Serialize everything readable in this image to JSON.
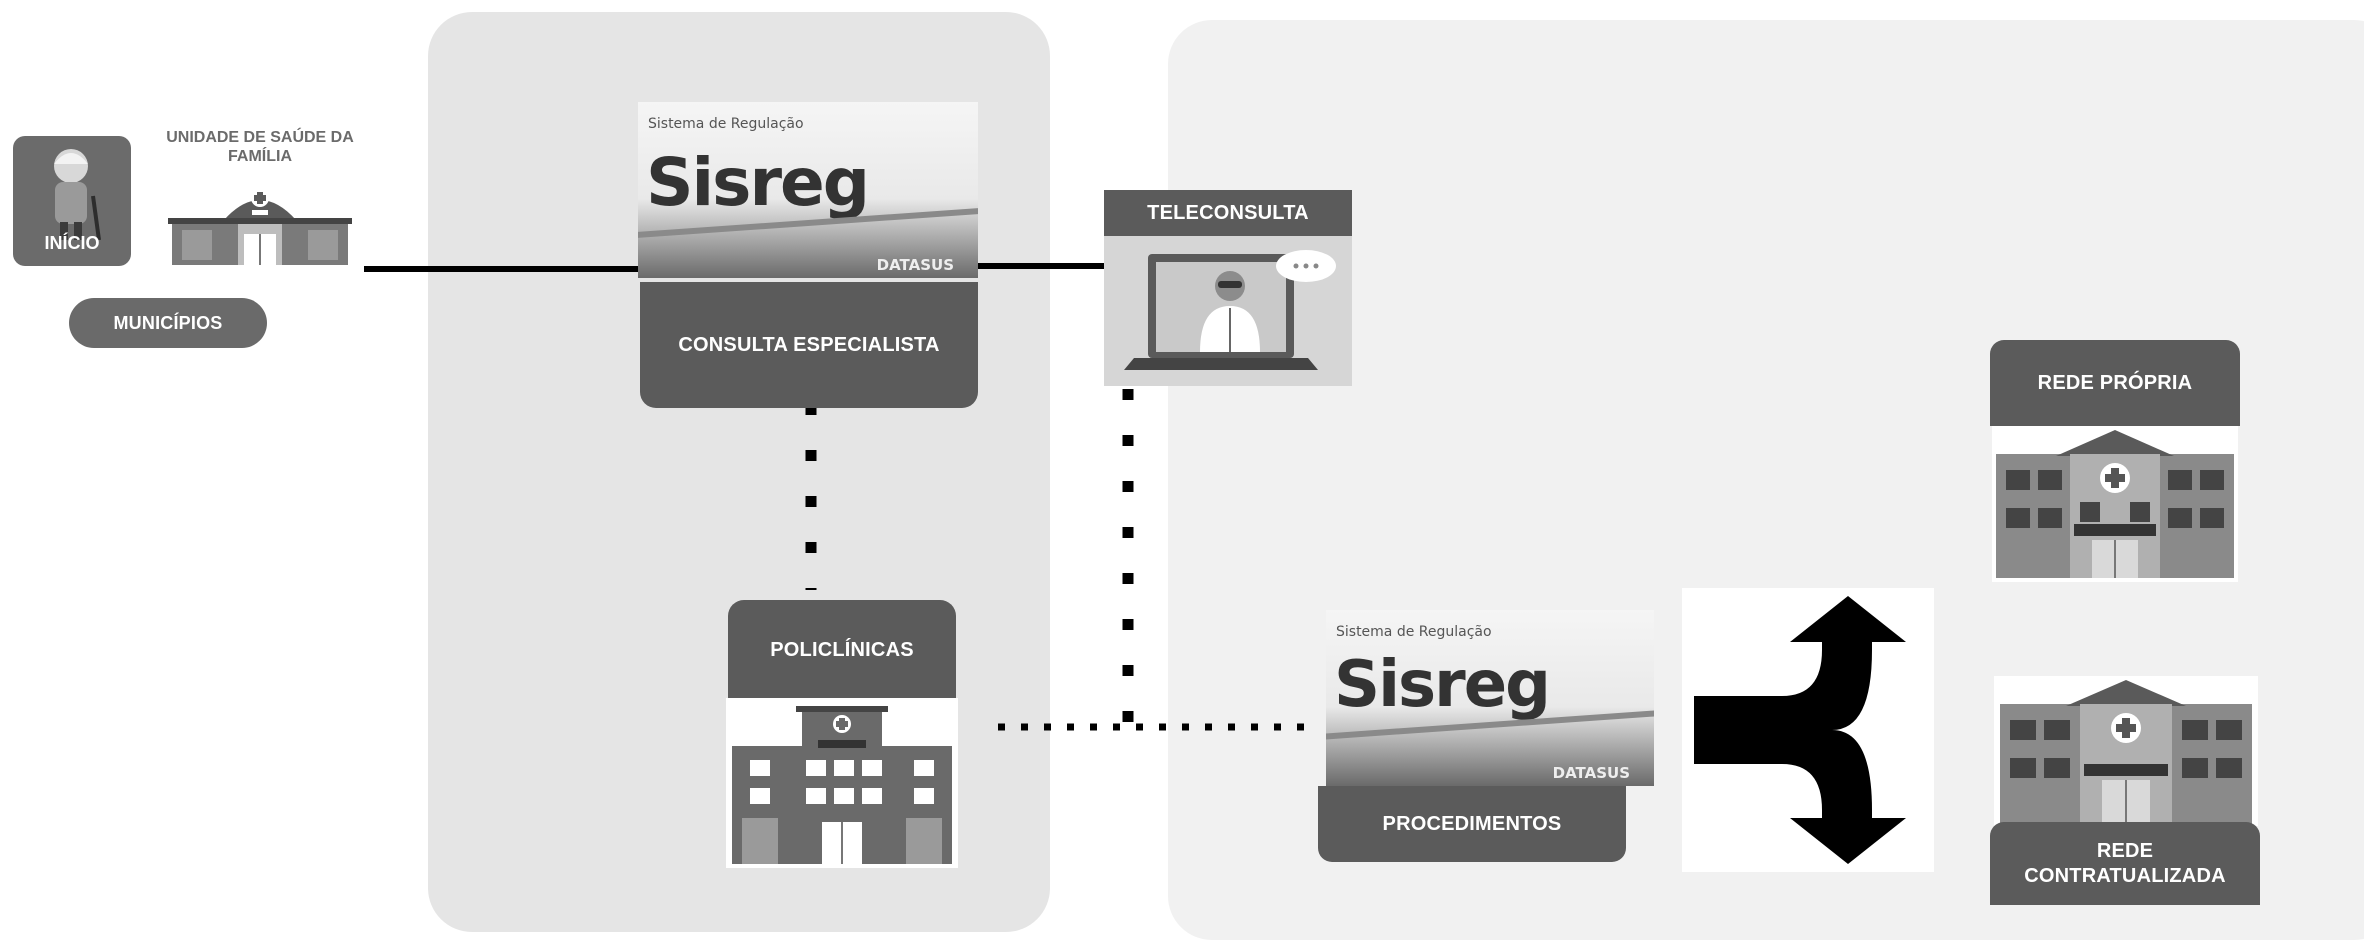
{
  "inicio": {
    "label": "INÍCIO",
    "icon": "elderly-person-icon"
  },
  "usf": {
    "title": "UNIDADE DE SAÚDE DA FAMÍLIA",
    "icon": "health-unit-building-icon"
  },
  "municipios": {
    "label": "MUNICÍPIOS"
  },
  "sisreg_top": {
    "subtitle": "Sistema de Regulação",
    "brand": "Sisreg",
    "vendor": "DATASUS"
  },
  "consulta": {
    "label": "CONSULTA ESPECIALISTA"
  },
  "teleconsulta": {
    "label": "TELECONSULTA",
    "icon": "doctor-laptop-icon"
  },
  "policlinicas": {
    "label": "POLICLÍNICAS",
    "icon": "polyclinic-building-icon"
  },
  "sisreg_bottom": {
    "subtitle": "Sistema de Regulação",
    "brand": "Sisreg",
    "vendor": "DATASUS"
  },
  "procedimentos": {
    "label": "PROCEDIMENTOS"
  },
  "split_arrow": {
    "icon": "split-arrow-icon"
  },
  "rede_propria": {
    "label": "REDE PRÓPRIA",
    "icon": "hospital-icon"
  },
  "rede_contratualizada": {
    "label": "REDE CONTRATUALIZADA",
    "icon": "hospital-icon"
  },
  "colors": {
    "panel_left": "#e5e5e5",
    "panel_right": "#f1f1f1",
    "label_bg": "#5b5b5b",
    "line": "#000000"
  }
}
